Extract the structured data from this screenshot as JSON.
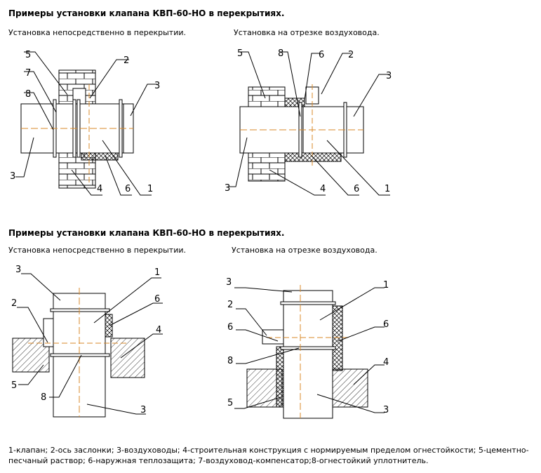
{
  "section1": {
    "title": "Примеры установки клапана КВП-60-НО в перекрытиях.",
    "caption_left": "Установка непосредственно в перекрытии.",
    "caption_right": "Установка на отрезке воздуховода."
  },
  "section2": {
    "title": "Примеры установки клапана КВП-60-НО в перекрытиях.",
    "caption_left": "Установка непосредственно в перекрытии.",
    "caption_right": "Установка на отрезке воздуховода."
  },
  "legend": "1-клапан; 2-ось заслонки; 3-воздуховоды; 4-строительная конструкция с нормируемым пределом огнестойкости; 5-цементно-песчаный раствор; 6-наружная теплозащита; 7-воздуховод-компенсатор;8-огнестойкий уплотнитель.",
  "callouts": {
    "d1": [
      "5",
      "7",
      "8",
      "3",
      "2",
      "3",
      "4",
      "6",
      "1"
    ],
    "d2": [
      "5",
      "8",
      "6",
      "2",
      "3",
      "3",
      "4",
      "6",
      "1"
    ],
    "d3": [
      "3",
      "2",
      "5",
      "8",
      "1",
      "6",
      "4",
      "3"
    ],
    "d4": [
      "3",
      "2",
      "6",
      "8",
      "5",
      "1",
      "6",
      "4",
      "3"
    ]
  }
}
